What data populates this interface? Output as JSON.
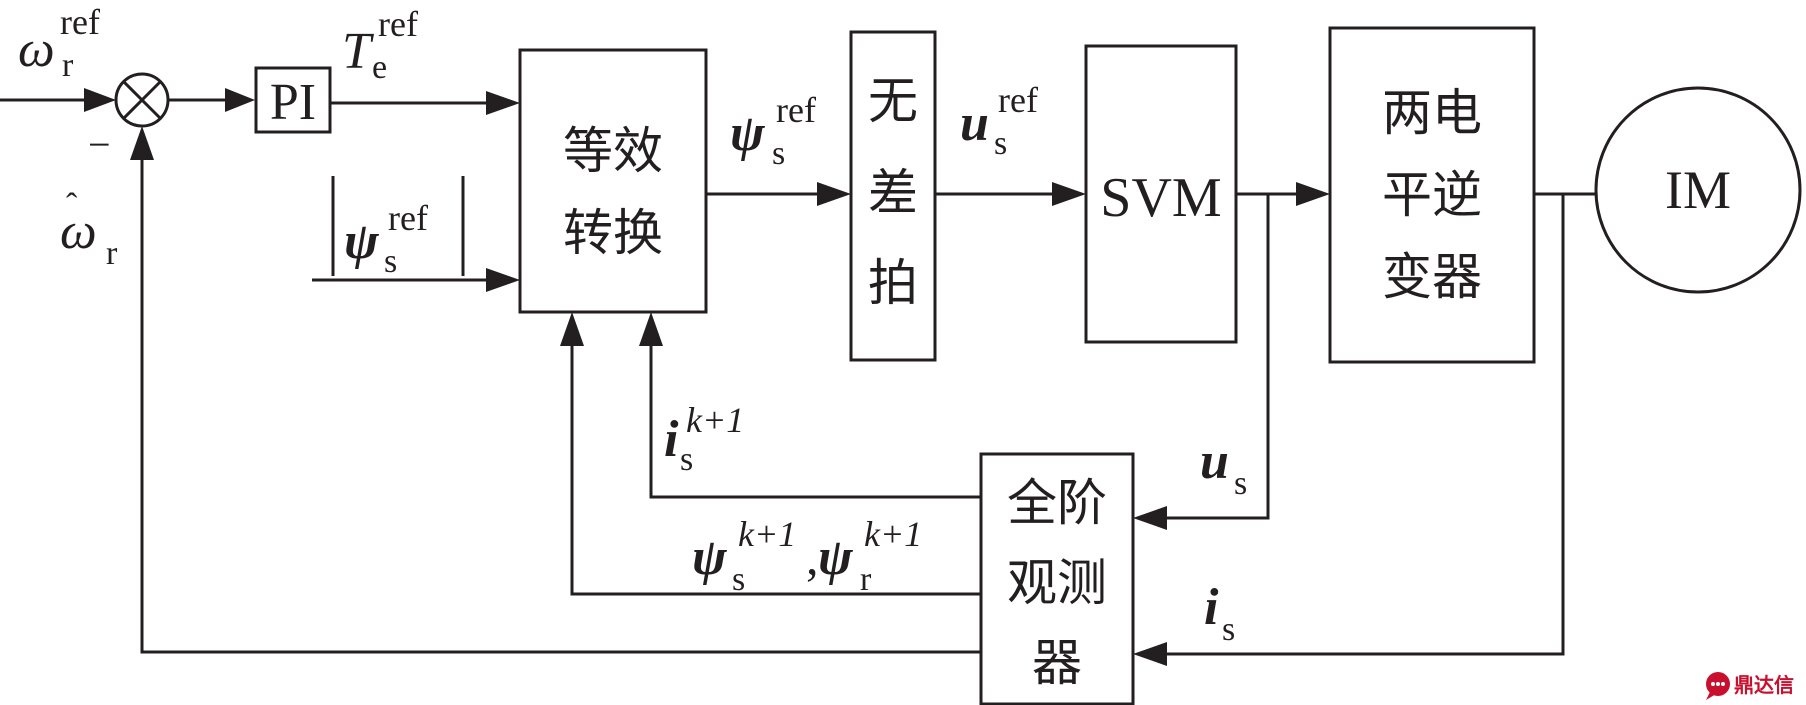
{
  "colors": {
    "ink": "#231f20",
    "watermark": "#c8102e"
  },
  "labels": {
    "omega_ref_base": "ω",
    "omega_ref_sub": "r",
    "omega_ref_sup": "ref",
    "minus_sign": "−",
    "omega_hat_base": "ω",
    "omega_hat_accent": "ˆ",
    "omega_hat_sub": "r",
    "te_ref_base": "T",
    "te_ref_sub": "e",
    "te_ref_sup": "ref",
    "psi_mag_base": "ψ",
    "psi_mag_sub": "s",
    "psi_mag_sup": "ref",
    "psi_ref_base": "ψ",
    "psi_ref_sub": "s",
    "psi_ref_sup": "ref",
    "u_ref_base": "u",
    "u_ref_sub": "s",
    "u_ref_sup": "ref",
    "is_next_base": "i",
    "is_next_sub": "s",
    "is_next_sup": "k+1",
    "psis_next_base": "ψ",
    "psis_next_sub": "s",
    "psis_next_sup": "k+1",
    "comma": ",",
    "psir_next_base": "ψ",
    "psir_next_sub": "r",
    "psir_next_sup": "k+1",
    "us_base": "u",
    "us_sub": "s",
    "is_base": "i",
    "is_sub": "s"
  },
  "blocks": {
    "pi": "PI",
    "equivalent_transform": [
      "等效",
      "转换"
    ],
    "deadbeat": [
      "无",
      "差",
      "拍"
    ],
    "svm": "SVM",
    "inverter": [
      "两电",
      "平逆",
      "变器"
    ],
    "motor": "IM",
    "observer": [
      "全阶",
      "观测",
      "器"
    ]
  },
  "watermark": "鼎达信",
  "watermark_icon": "chat-bubble-icon"
}
